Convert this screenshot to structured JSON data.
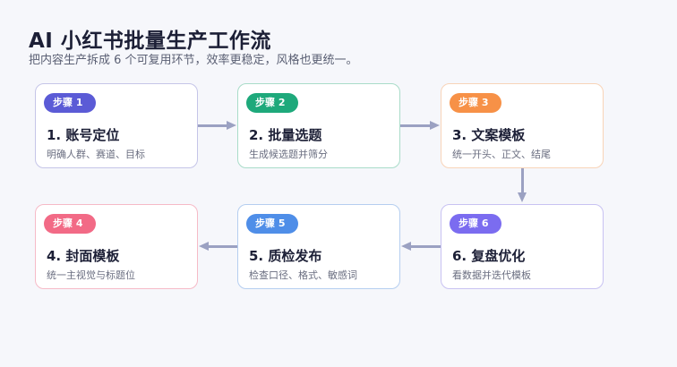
{
  "header": {
    "title": "AI 小红书批量生产工作流",
    "subtitle": "把内容生产拆成 6 个可复用环节，效率更稳定，风格也更统一。"
  },
  "steps": [
    {
      "badge": "步骤 1",
      "title": "1. 账号定位",
      "desc": "明确人群、赛道、目标",
      "color": "#5b5bd6",
      "border": "#c5c5e8"
    },
    {
      "badge": "步骤 2",
      "title": "2. 批量选题",
      "desc": "生成候选题并筛分",
      "color": "#1ea97b",
      "border": "#a9dcc9"
    },
    {
      "badge": "步骤 3",
      "title": "3. 文案模板",
      "desc": "统一开头、正文、结尾",
      "color": "#f79147",
      "border": "#f8d4b8"
    },
    {
      "badge": "步骤 4",
      "title": "4. 封面模板",
      "desc": "统一主视觉与标题位",
      "color": "#f26a86",
      "border": "#f6bac7"
    },
    {
      "badge": "步骤 5",
      "title": "5. 质检发布",
      "desc": "检查口径、格式、敏感词",
      "color": "#4f8ee8",
      "border": "#b5cef0"
    },
    {
      "badge": "步骤 6",
      "title": "6. 复盘优化",
      "desc": "看数据并迭代模板",
      "color": "#7b6cf0",
      "border": "#c8c2f2"
    }
  ]
}
